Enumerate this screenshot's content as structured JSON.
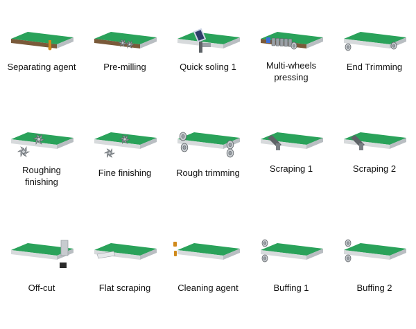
{
  "colors": {
    "board_top": "#2aa25a",
    "board_side": "#d7dadc",
    "board_edge": "#b9bec2",
    "tool": "#9aa0a6",
    "tool_dark": "#5e6367",
    "wood": "#7a5a3a",
    "agent": "#d08a1c"
  },
  "steps": [
    {
      "label": "Separating agent",
      "icon": "dispenser-icon"
    },
    {
      "label": "Pre-milling",
      "icon": "milling-cutter-icon"
    },
    {
      "label": "Quick soling 1",
      "icon": "soling-head-icon"
    },
    {
      "label": "Multi-wheels\npressing",
      "icon": "pressure-wheels-icon"
    },
    {
      "label": "End Trimming",
      "icon": "saw-blade-icon"
    },
    {
      "label": "Roughing\nfinishing",
      "icon": "rough-cutter-icon"
    },
    {
      "label": "Fine finishing",
      "icon": "fine-cutter-icon"
    },
    {
      "label": "Rough trimming",
      "icon": "trim-wheels-icon"
    },
    {
      "label": "Scraping 1",
      "icon": "scraper-icon"
    },
    {
      "label": "Scraping 2",
      "icon": "scraper-icon"
    },
    {
      "label": "Off-cut",
      "icon": "cutter-block-icon"
    },
    {
      "label": "Flat scraping",
      "icon": "flat-scraper-icon"
    },
    {
      "label": "Cleaning agent",
      "icon": "spray-nozzle-icon"
    },
    {
      "label": "Buffing 1",
      "icon": "buffing-wheel-icon"
    },
    {
      "label": "Buffing 2",
      "icon": "buffing-wheel-icon"
    }
  ]
}
